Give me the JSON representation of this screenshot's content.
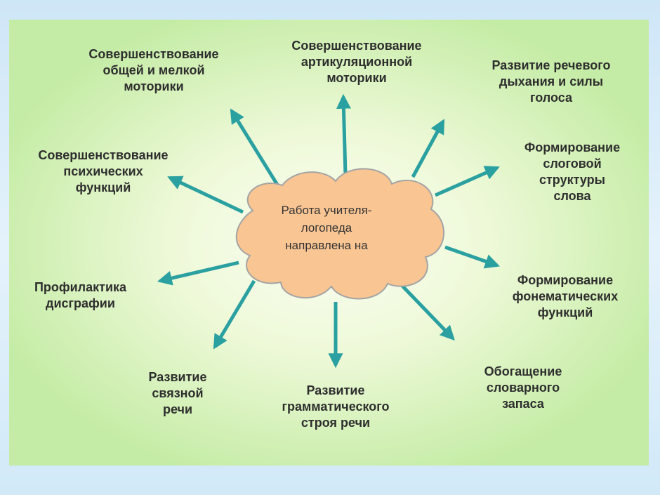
{
  "center": {
    "lines": [
      "Работа учителя-",
      "логопеда",
      "направлена на"
    ]
  },
  "colors": {
    "arrow": "#2aa0a0",
    "cloud_fill": "#f9c593",
    "cloud_stroke": "#a4a4a4",
    "text": "#2e2e2e"
  },
  "items": [
    {
      "lines": [
        "Совершенствование",
        "общей и мелкой",
        "моторики"
      ]
    },
    {
      "lines": [
        "Совершенствование",
        "артикуляционной",
        "моторики"
      ]
    },
    {
      "lines": [
        "Развитие речевого",
        "дыхания и силы",
        "голоса"
      ]
    },
    {
      "lines": [
        "Формирование",
        "слоговой",
        "структуры",
        "слова"
      ]
    },
    {
      "lines": [
        "Формирование",
        "фонематических",
        "функций"
      ]
    },
    {
      "lines": [
        "Обогащение",
        "словарного",
        "запаса"
      ]
    },
    {
      "lines": [
        "Развитие",
        "грамматического",
        "строя речи"
      ]
    },
    {
      "lines": [
        "Развитие",
        "связной",
        "речи"
      ]
    },
    {
      "lines": [
        "Профилактика",
        "дисграфии"
      ]
    },
    {
      "lines": [
        "Совершенствование",
        "психических",
        "функций"
      ]
    }
  ]
}
